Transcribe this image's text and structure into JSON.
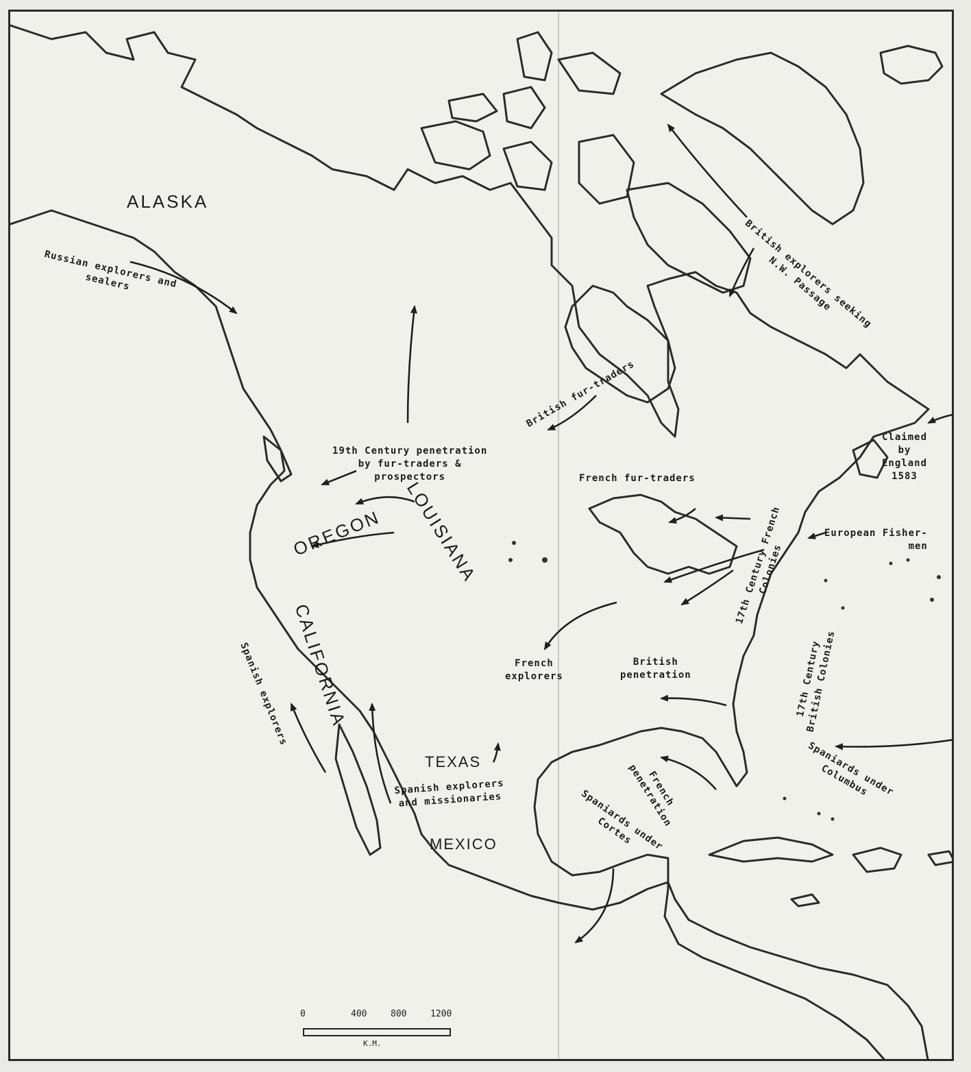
{
  "map": {
    "regions": {
      "alaska": "ALASKA",
      "oregon": "OREGON",
      "louisiana": "LOUISIANA",
      "california": "CALIFORNIA",
      "texas": "TEXAS",
      "mexico": "MEXICO"
    },
    "annotations": {
      "russian": [
        "Russian explorers and",
        "sealers"
      ],
      "british_nw": [
        "British explorers seeking",
        "N.W. Passage"
      ],
      "british_fur": "British fur-traders",
      "nineteenth": [
        "19th Century penetration",
        "by fur-traders &",
        "prospectors"
      ],
      "french_fur": "French fur-traders",
      "claimed": [
        "Claimed",
        "by",
        "England",
        "1583"
      ],
      "european_fishermen": [
        "European Fisher-",
        "men"
      ],
      "french_colonies": [
        "17th Century French",
        "Colonies"
      ],
      "british_colonies": [
        "17th Century",
        "British Colonies"
      ],
      "french_explorers": [
        "French",
        "explorers"
      ],
      "british_penetration": [
        "British",
        "penetration"
      ],
      "spanish_explorers": "Spanish explorers",
      "spaniards_columbus": [
        "Spaniards under",
        "Columbus"
      ],
      "spanish_missionaries": [
        "Spanish explorers",
        "and missionaries"
      ],
      "french_penetration": [
        "French",
        "penetration"
      ],
      "spaniards_cortes": [
        "Spaniards under",
        "Cortes"
      ]
    },
    "scale": {
      "ticks": [
        "0",
        "400",
        "800",
        "1200"
      ],
      "unit": "K.M."
    },
    "colors": {
      "ink": "#1f1f1f",
      "paper": "#f1f1ec"
    }
  }
}
